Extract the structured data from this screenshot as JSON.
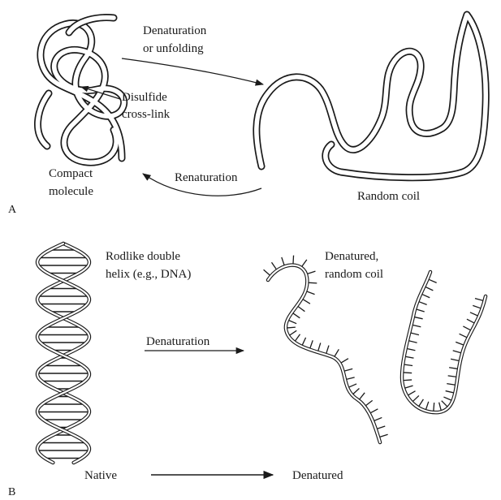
{
  "panel_a": {
    "panel_label": "A",
    "denaturation_line1": "Denaturation",
    "denaturation_line2": "or unfolding",
    "disulfide_line1": "Disulfide",
    "disulfide_line2": "cross-link",
    "compact_line1": "Compact",
    "compact_line2": "molecule",
    "renaturation": "Renaturation",
    "random_coil": "Random coil"
  },
  "panel_b": {
    "panel_label": "B",
    "helix_line1": "Rodlike double",
    "helix_line2": "helix (e.g., DNA)",
    "denatured_line1": "Denatured,",
    "denatured_line2": "random coil",
    "denaturation": "Denaturation",
    "native": "Native",
    "denatured": "Denatured"
  },
  "colors": {
    "ink": "#1a1a1a",
    "background": "#ffffff"
  }
}
